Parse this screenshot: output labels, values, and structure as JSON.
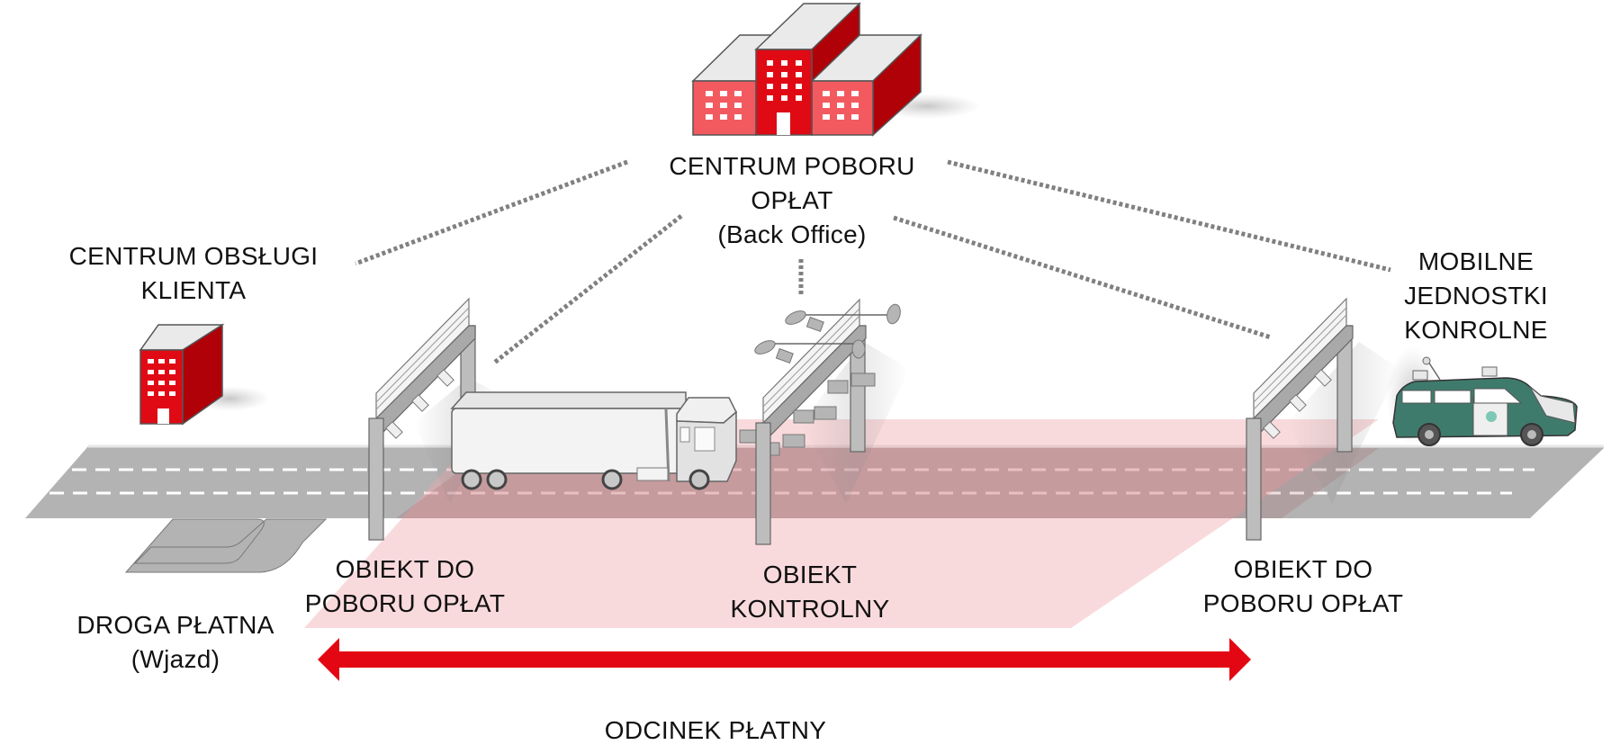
{
  "title": "Toll road collection system diagram",
  "colors": {
    "accent_red": "#e30613",
    "building_red": "#e00a14",
    "building_light_red": "#f25a60",
    "building_dark_red": "#b00008",
    "roof_gray": "#eaeaea",
    "road_gray": "#b3b3b3",
    "toll_zone_pink": "#f9dcdd",
    "toll_zone_road": "#b99b9c",
    "connector_gray": "#808080",
    "patrol_green": "#3f7b6c",
    "patrol_dot": "#7cc8b4"
  },
  "nodes": {
    "back_office": {
      "icon": "office-complex-icon",
      "line1": "CENTRUM POBORU",
      "line2": "OPŁAT",
      "line3": "(Back Office)"
    },
    "customer_center": {
      "icon": "office-building-icon",
      "line1": "CENTRUM OBSŁUGI",
      "line2": "KLIENTA"
    },
    "mobile_units": {
      "icon": "patrol-car-icon",
      "line1": "MOBILNE",
      "line2": "JEDNOSTKI",
      "line3": "KONROLNE"
    },
    "toll_gantry_left": {
      "icon": "toll-gantry-icon",
      "line1": "OBIEKT DO",
      "line2": "POBORU OPŁAT"
    },
    "control_gantry": {
      "icon": "camera-gantry-icon",
      "line1": "OBIEKT",
      "line2": "KONTROLNY"
    },
    "toll_gantry_right": {
      "icon": "toll-gantry-icon",
      "line1": "OBIEKT DO",
      "line2": "POBORU OPŁAT"
    },
    "toll_road_entry": {
      "line1": "DROGA PŁATNA",
      "line2": "(Wjazd)"
    },
    "toll_section": {
      "icon": "double-arrow-icon",
      "label": "ODCINEK PŁATNY"
    },
    "vehicle": {
      "icon": "truck-icon"
    }
  },
  "connections": [
    {
      "from": "back_office",
      "to": "customer_center",
      "style": "dotted"
    },
    {
      "from": "back_office",
      "to": "toll_gantry_left",
      "style": "dotted"
    },
    {
      "from": "back_office",
      "to": "control_gantry",
      "style": "dotted"
    },
    {
      "from": "back_office",
      "to": "toll_gantry_right",
      "style": "dotted"
    },
    {
      "from": "back_office",
      "to": "mobile_units",
      "style": "dotted"
    }
  ]
}
